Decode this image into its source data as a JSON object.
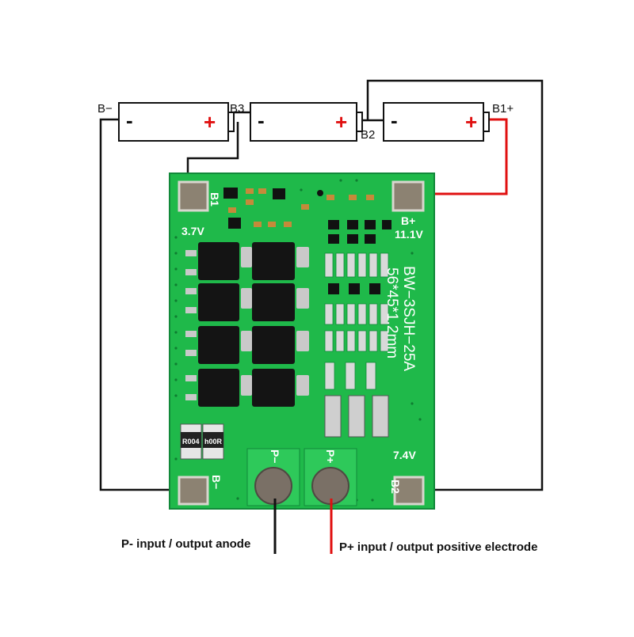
{
  "colors": {
    "board": "#1fb94a",
    "board_dark": "#128a36",
    "wire_black": "#111111",
    "wire_red": "#e01010",
    "pad": "#8c8272",
    "plus_sign": "#e01010"
  },
  "battery": {
    "minus": "-",
    "plus": "+"
  },
  "terminals": {
    "b_minus": "B−",
    "b3": "B3",
    "b2": "B2",
    "b1_plus": "B1+"
  },
  "board": {
    "b1": "B1",
    "v37": "3.7V",
    "b_plus": "B+",
    "v111": "11.1V",
    "model": "BW−3SJH−25A",
    "size": "56*45*1.2mm",
    "v74": "7.4V",
    "p_minus": "P−",
    "p_plus": "P+",
    "b2": "B2",
    "b_minus": "B−",
    "r004_a": "R004",
    "r004_b": "h00R"
  },
  "captions": {
    "p_minus": "P- input / output anode",
    "p_plus": "P+ input / output positive electrode"
  }
}
